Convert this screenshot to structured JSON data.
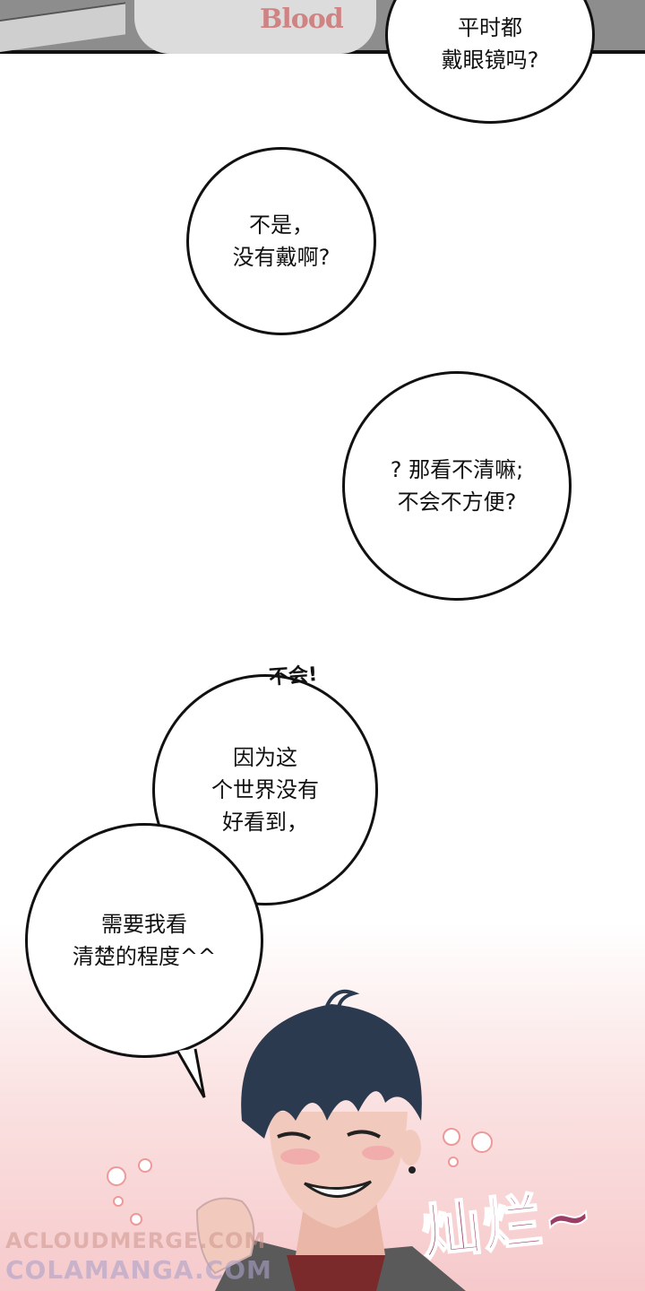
{
  "top_panel": {
    "shirt_print": "Blood"
  },
  "bubbles": [
    {
      "text": "平时都\n戴眼镜吗?"
    },
    {
      "text": "不是，\n没有戴啊?"
    },
    {
      "text": "? 那看不清嘛;\n不会不方便?"
    },
    {
      "text": "因为这\n个世界没有\n好看到，"
    },
    {
      "text": "需要我看\n清楚的程度^^"
    }
  ],
  "shout": "不会!",
  "sfx": "灿烂~",
  "watermarks": [
    "ACLOUDMERGE.COM",
    "COLAMANGA.COM"
  ],
  "colors": {
    "sfx": "#9c3d66",
    "pink": "#f6c9cb",
    "hair": "#2b3a4e",
    "skin": "#f2c9bd"
  }
}
